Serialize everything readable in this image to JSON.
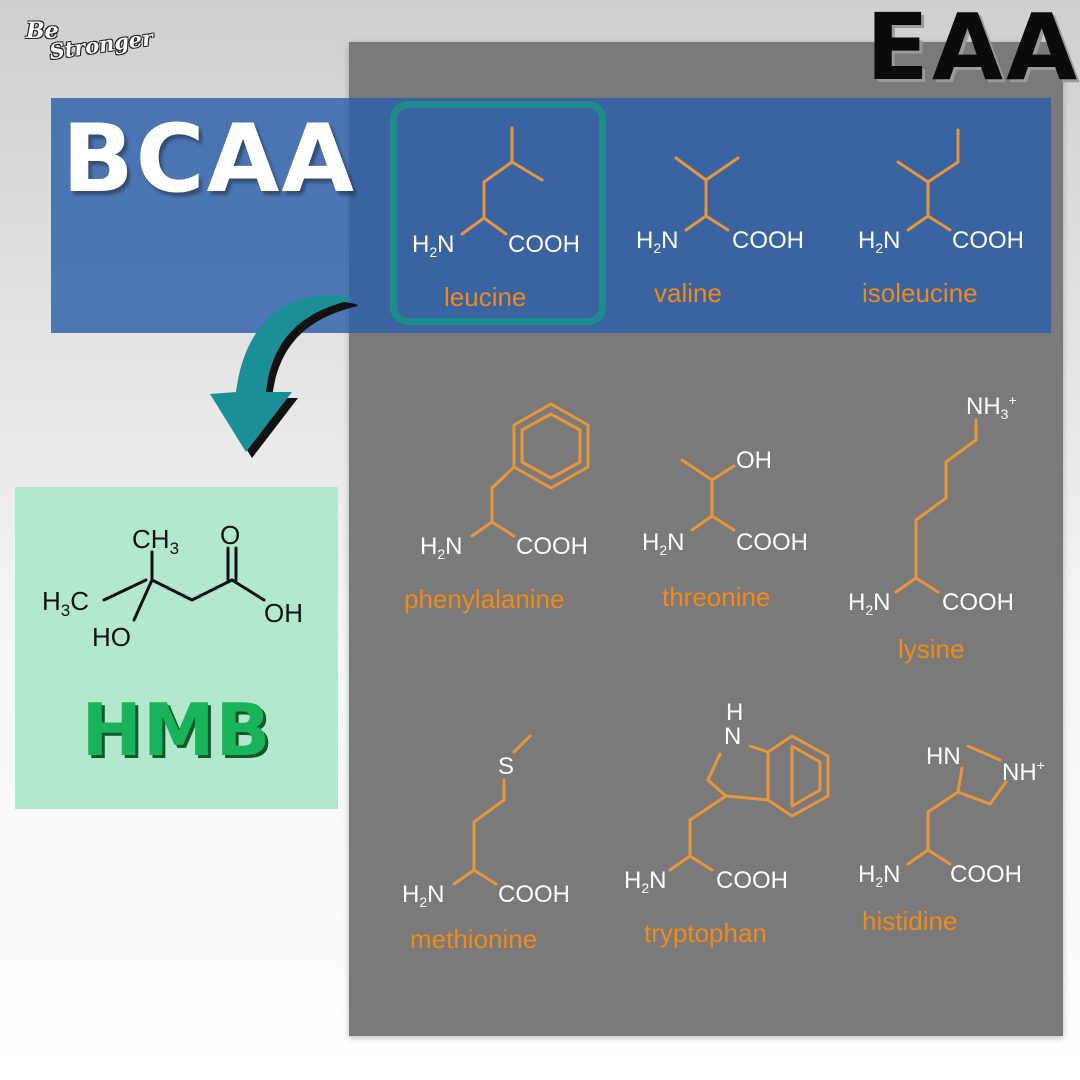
{
  "brand": {
    "line1": "Be",
    "line2": "Stronger"
  },
  "eaa_title": "EAA",
  "bcaa_title": "BCAA",
  "hmb_label": "HMB",
  "amine_label": "H2N",
  "acid_label": "COOH",
  "amino_acids": {
    "leucine": "leucine",
    "valine": "valine",
    "isoleucine": "isoleucine",
    "phenylalanine": "phenylalanine",
    "threonine": "threonine",
    "lysine": "lysine",
    "methionine": "methionine",
    "tryptophan": "tryptophan",
    "histidine": "histidine"
  },
  "atoms": {
    "hydroxyl": "OH",
    "ammonium": "NH3+",
    "sulfur": "S",
    "indole_h": "H",
    "indole_n": "N",
    "imid_hn": "HN",
    "imid_nh": "NH+"
  },
  "hmb_atoms": {
    "ch3_top": "CH3",
    "ch3_left": "H3C",
    "ho": "HO",
    "o": "O",
    "oh": "OH"
  },
  "colors": {
    "panel": "#7a7a7a",
    "bcaa_band": "#2c5faa",
    "highlight": "#1e8c8c",
    "bond": "#e7963b",
    "hmb_box": "#b2e8cc",
    "hmb_text": "#18b35a",
    "arrow": "#1a8f96"
  }
}
